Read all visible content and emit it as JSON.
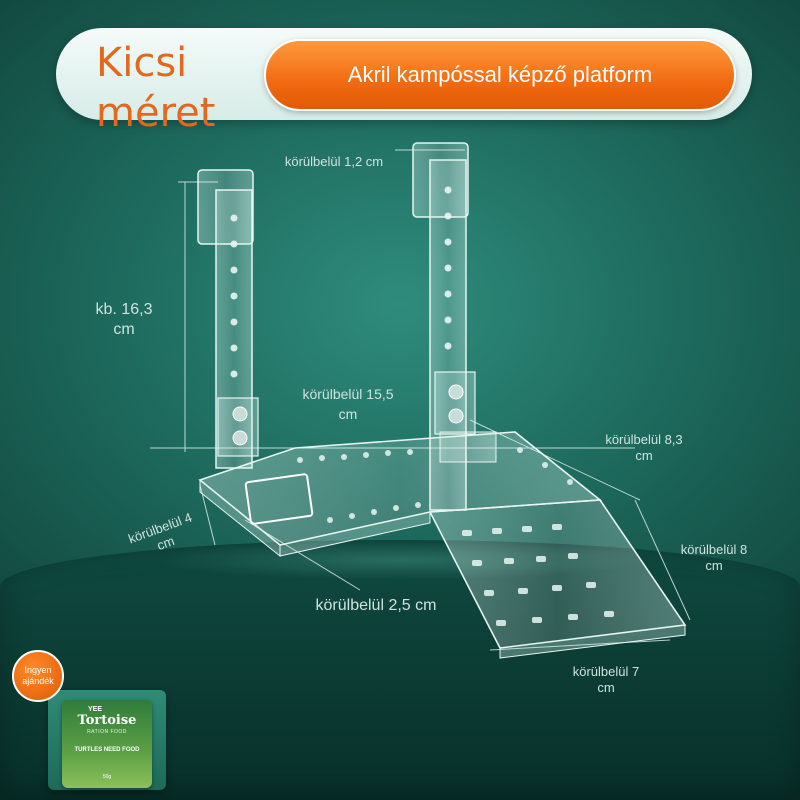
{
  "header": {
    "size_label": "Kicsi méret",
    "title": "Akril kampóssal képző platform"
  },
  "dimensions": {
    "hook_width": "körülbelül 1,2 cm",
    "height": "kb. 16,3 cm",
    "platform_length": "körülbelül 15,5 cm",
    "platform_depth": "körülbelül 8,3 cm",
    "ramp_length": "körülbelül 8 cm",
    "ramp_width": "körülbelül 7 cm",
    "side_height": "körülbelül 4 cm",
    "lip": "körülbelül 2,5 cm"
  },
  "gift": {
    "badge": "Ingyen ajándék",
    "brand": "YEE",
    "product": "Tortoise",
    "subtitle": "RATION FOOD",
    "tagline": "TURTLES NEED FOOD",
    "weight": "50g"
  },
  "colors": {
    "accent_orange": "#f26b12",
    "size_text": "#e2681f",
    "background": "#1f6e61"
  }
}
